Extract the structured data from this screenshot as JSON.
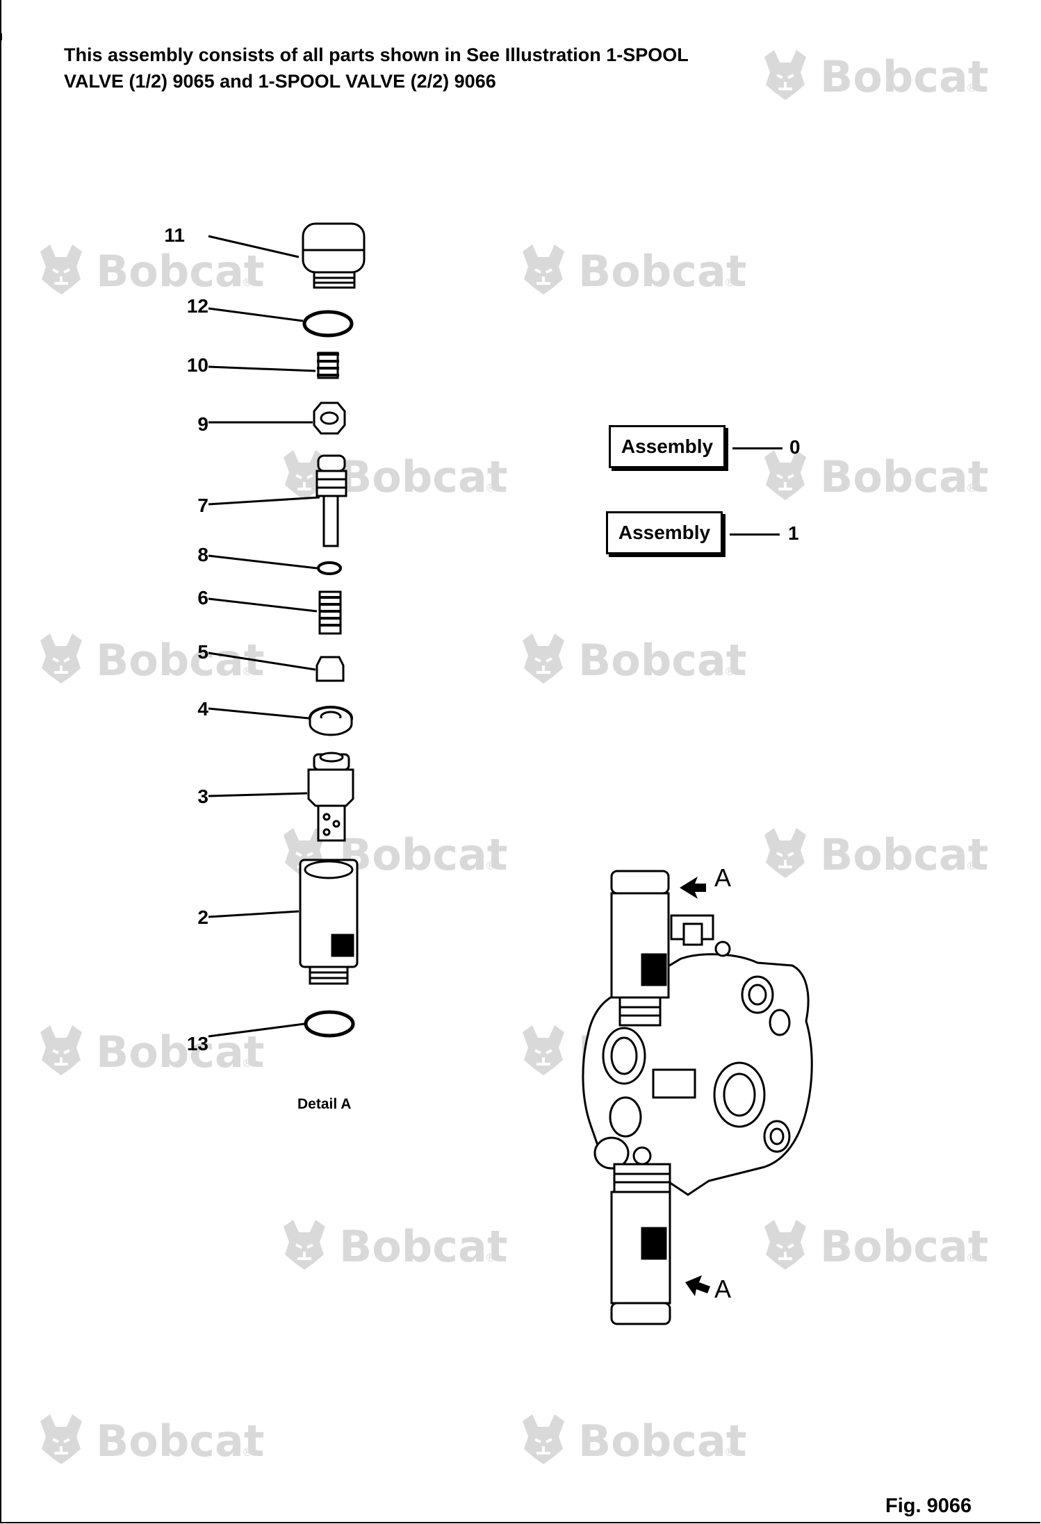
{
  "header": {
    "line1": "This assembly consists of all parts shown in See Illustration 1-SPOOL",
    "line2": "VALVE (1/2) 9065 and 1-SPOOL VALVE (2/2) 9066"
  },
  "watermark": {
    "text": "Bobcat",
    "icon": "bobcat-logo-icon",
    "color": "#d9d9d9"
  },
  "callouts": [
    {
      "id": "11",
      "label": "11"
    },
    {
      "id": "12",
      "label": "12"
    },
    {
      "id": "10",
      "label": "10"
    },
    {
      "id": "9",
      "label": "9"
    },
    {
      "id": "7",
      "label": "7"
    },
    {
      "id": "8",
      "label": "8"
    },
    {
      "id": "6",
      "label": "6"
    },
    {
      "id": "5",
      "label": "5"
    },
    {
      "id": "4",
      "label": "4"
    },
    {
      "id": "3",
      "label": "3"
    },
    {
      "id": "2",
      "label": "2"
    },
    {
      "id": "13",
      "label": "13"
    }
  ],
  "assemblies": [
    {
      "label": "Assembly",
      "code": "0"
    },
    {
      "label": "Assembly",
      "code": "1"
    }
  ],
  "view_markers": {
    "top": "A",
    "bottom": "A"
  },
  "detail_label": "Detail A",
  "figure_label": "Fig. 9066"
}
